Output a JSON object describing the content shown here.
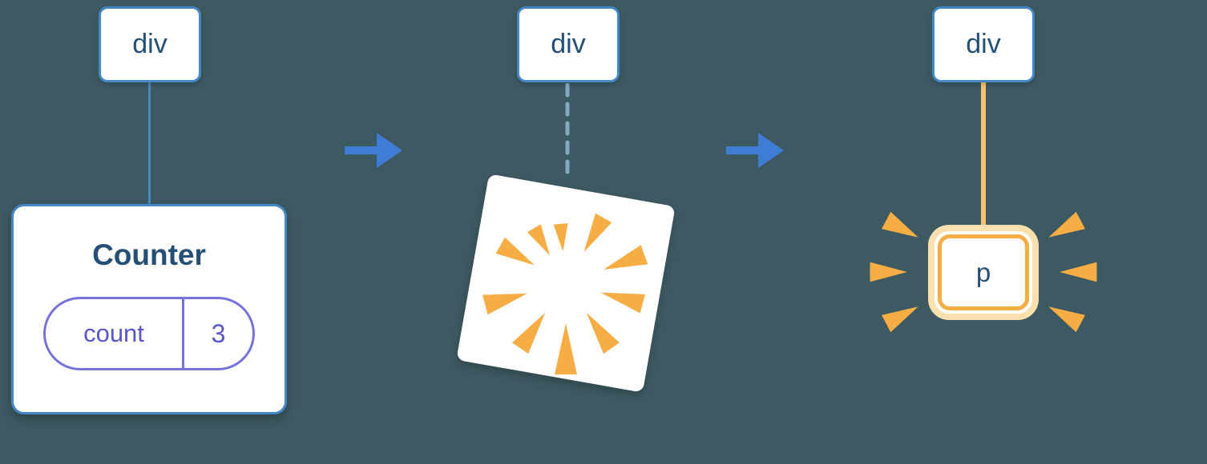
{
  "diagram": {
    "colors": {
      "bg": "#3D5961",
      "node_border": "#4588C8",
      "node_text": "#254F75",
      "tree_line": "#4588C8",
      "dashed_line": "#85A9C2",
      "arrow": "#3E7CD6",
      "pill_border": "#7672DC",
      "pill_text": "#5955CE",
      "orange": "#F6AD44",
      "orange_light": "#FBE0AF",
      "orange_line": "#F8C171",
      "card_bg": "#FFFFFF"
    },
    "stages": {
      "before": {
        "root_label": "div",
        "component": {
          "title": "Counter",
          "state": {
            "key": "count",
            "value": "3"
          }
        }
      },
      "during": {
        "root_label": "div",
        "effect_icon": "poof-explosion-icon"
      },
      "after": {
        "root_label": "div",
        "child_label": "p",
        "effect_icon": "sparkle-burst-icon"
      }
    },
    "icons": {
      "transition_arrow": "right-arrow-icon"
    }
  }
}
